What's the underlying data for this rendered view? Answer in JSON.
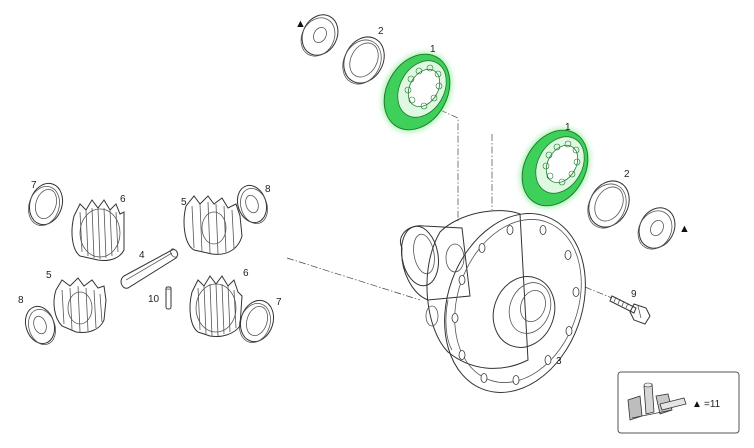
{
  "callouts": {
    "washer_top": "▲",
    "shim_top": "2",
    "bearing_top": "1",
    "bearing_right": "1",
    "shim_right": "2",
    "washer_right": "▲",
    "housing": "3",
    "pin_long": "4",
    "gear_side_left": "5",
    "gear_side_right": "5",
    "gear_pinion_left": "6",
    "gear_pinion_right": "6",
    "washer_7_left": "7",
    "washer_7_right": "7",
    "washer_8_right": "8",
    "washer_8_left": "8",
    "bolt": "9",
    "pin_short": "10"
  },
  "legend": {
    "count": "=11"
  },
  "colors": {
    "highlight": "#3ed05a",
    "highlight_glow": "#9ff0a8",
    "line": "#333333",
    "gear_fill": "#f4f4f4"
  },
  "icons": {
    "tool": "tool-kit-icon",
    "marker": "triangle-marker-icon"
  }
}
